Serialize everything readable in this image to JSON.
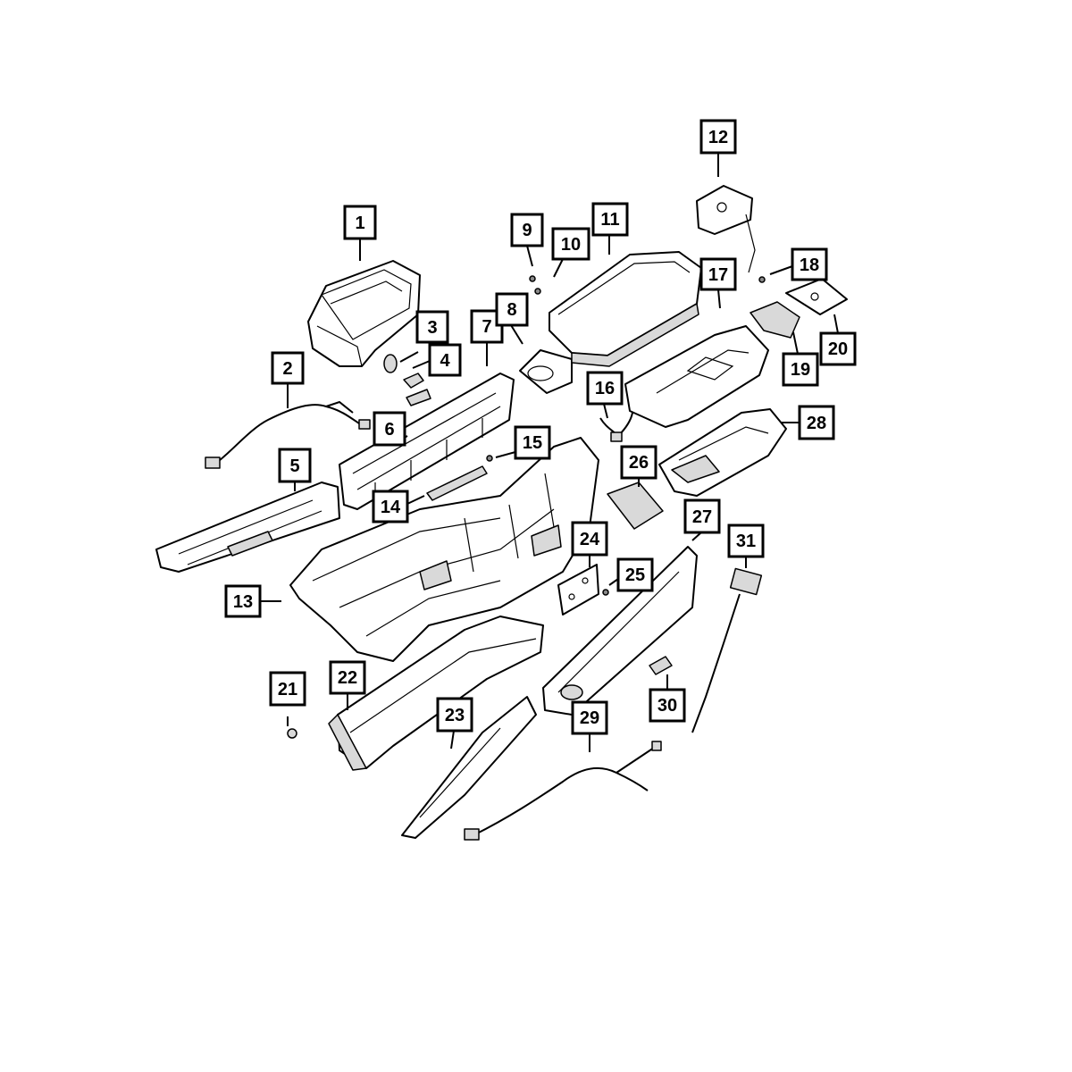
{
  "callouts": [
    {
      "label": "1"
    },
    {
      "label": "2"
    },
    {
      "label": "3"
    },
    {
      "label": "4"
    },
    {
      "label": "5"
    },
    {
      "label": "6"
    },
    {
      "label": "7"
    },
    {
      "label": "8"
    },
    {
      "label": "9"
    },
    {
      "label": "10"
    },
    {
      "label": "11"
    },
    {
      "label": "12"
    },
    {
      "label": "13"
    },
    {
      "label": "14"
    },
    {
      "label": "15"
    },
    {
      "label": "16"
    },
    {
      "label": "17"
    },
    {
      "label": "18"
    },
    {
      "label": "19"
    },
    {
      "label": "20"
    },
    {
      "label": "21"
    },
    {
      "label": "22"
    },
    {
      "label": "23"
    },
    {
      "label": "24"
    },
    {
      "label": "25"
    },
    {
      "label": "26"
    },
    {
      "label": "27"
    },
    {
      "label": "28"
    },
    {
      "label": "29"
    },
    {
      "label": "30"
    },
    {
      "label": "31"
    }
  ]
}
